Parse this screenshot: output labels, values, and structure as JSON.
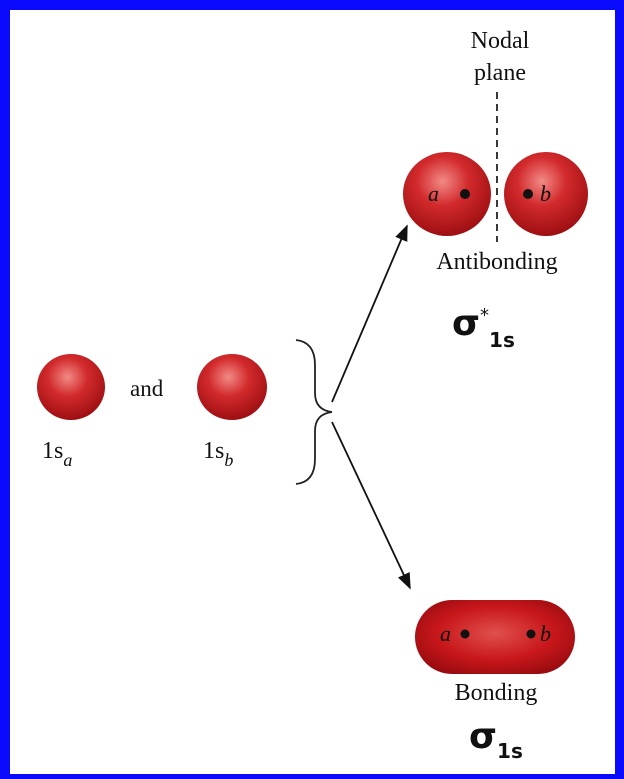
{
  "colors": {
    "frame": "#0a0aff",
    "orbital": "#c8171b",
    "highlight": "#f28a86",
    "ink": "#111111"
  },
  "labels": {
    "orbital_a": "1s",
    "orbital_a_sub": "a",
    "orbital_b": "1s",
    "orbital_b_sub": "b",
    "and": "and",
    "nodal_line1": "Nodal",
    "nodal_line2": "plane",
    "antibonding": "Antibonding",
    "bonding": "Bonding",
    "nucleus_a": "a",
    "nucleus_b": "b",
    "sigma_star": "σ",
    "star": "*",
    "sigma_star_sub": "1s",
    "sigma": "σ",
    "sigma_sub": "1s"
  }
}
